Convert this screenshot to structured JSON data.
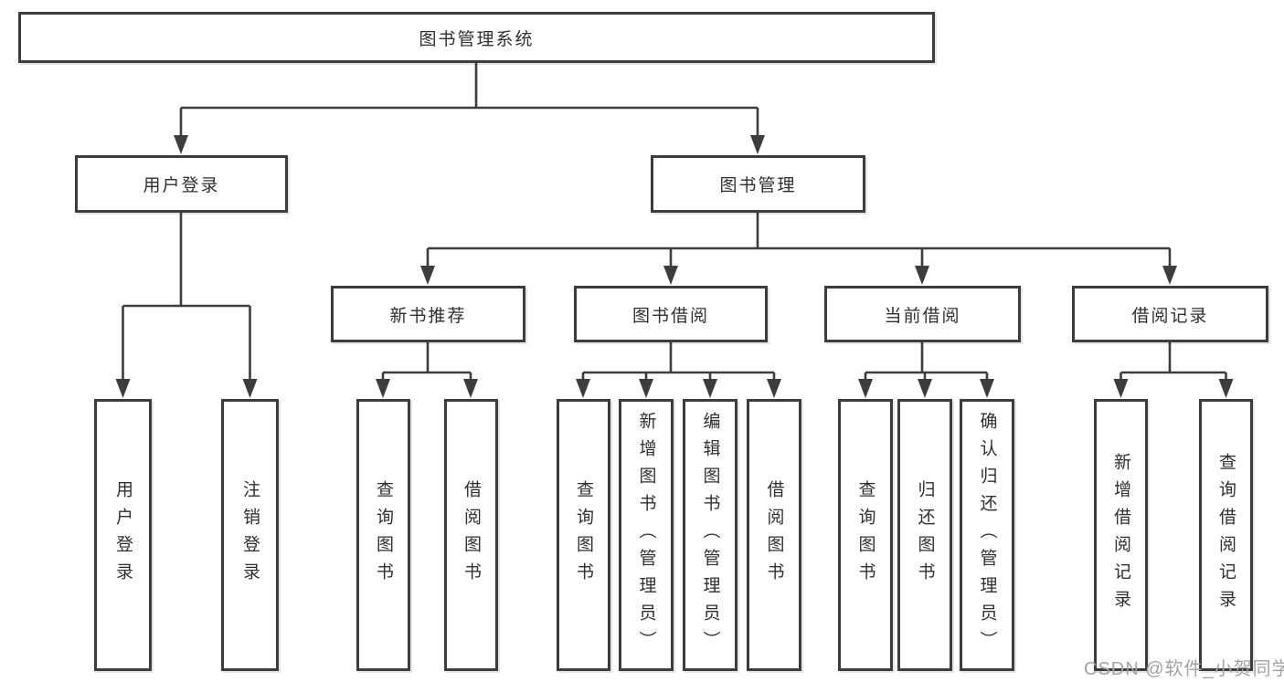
{
  "page": {
    "background": "#ffffff"
  },
  "colors": {
    "line": "#3d3d3d",
    "box_border": "#3d3d3d",
    "text": "#2f2f2f",
    "watermark": "#a3a3a3"
  },
  "diagram": {
    "type": "hierarchy-tree",
    "root": {
      "label": "图书管理系统"
    },
    "level2": [
      {
        "label": "用户登录",
        "children": [
          {
            "label": "用户登录"
          },
          {
            "label": "注销登录"
          }
        ]
      },
      {
        "label": "图书管理"
      }
    ],
    "level3": [
      {
        "label": "新书推荐",
        "children": [
          {
            "label": "查询图书"
          },
          {
            "label": "借阅图书"
          }
        ]
      },
      {
        "label": "图书借阅",
        "children": [
          {
            "label": "查询图书"
          },
          {
            "label": "新增图书（管理员）"
          },
          {
            "label": "编辑图书（管理员）"
          },
          {
            "label": "借阅图书"
          }
        ]
      },
      {
        "label": "当前借阅",
        "children": [
          {
            "label": "查询图书"
          },
          {
            "label": "归还图书"
          },
          {
            "label": "确认归还（管理员）"
          }
        ]
      },
      {
        "label": "借阅记录",
        "children": [
          {
            "label": "新增借阅记录"
          },
          {
            "label": "查询借阅记录"
          }
        ]
      }
    ]
  },
  "watermark": {
    "text": "CSDN @软件_小贺同学"
  }
}
